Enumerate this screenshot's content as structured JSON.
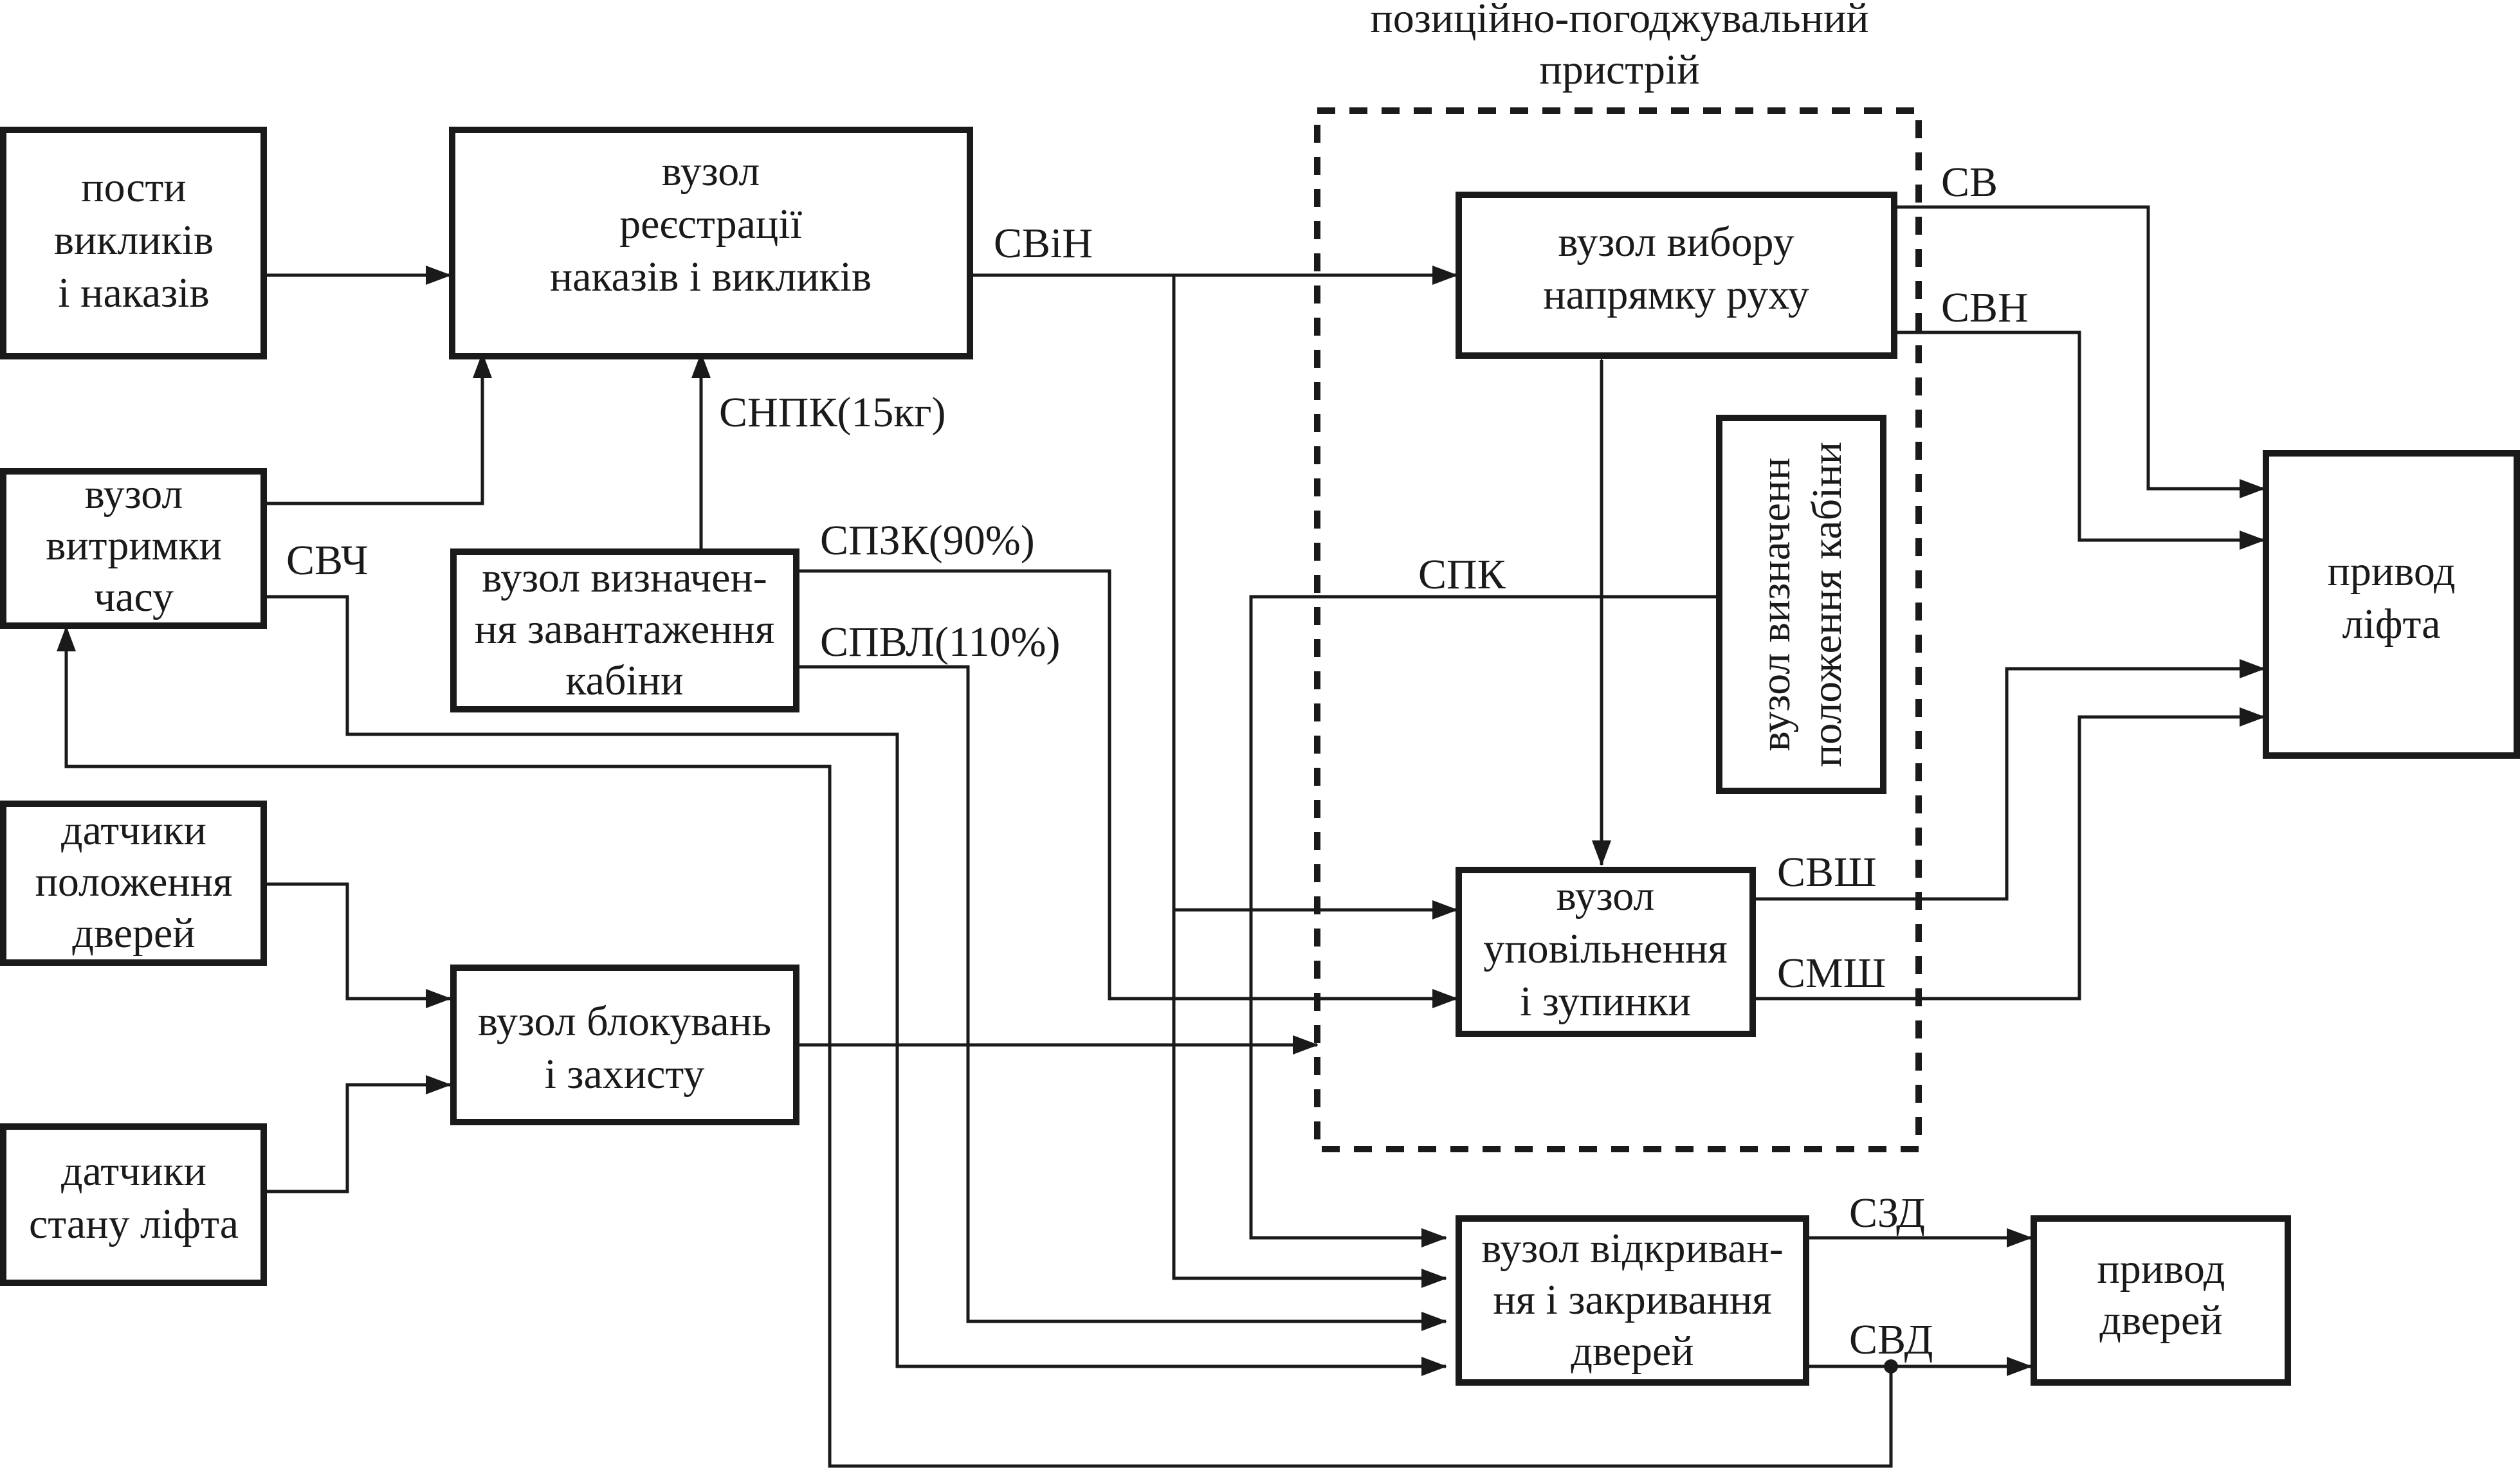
{
  "title": "позиційно-погоджувальний пристрій",
  "blocks": {
    "calls": [
      "пости",
      "викликів",
      "і наказів"
    ],
    "registration": [
      "вузол",
      "реєстрації",
      "наказів і викликів"
    ],
    "timer": [
      "вузол",
      "витримки",
      "часу"
    ],
    "load": [
      "вузол визначен-",
      "ня завантаження",
      "кабіни"
    ],
    "door_sensors": [
      "датчики",
      "положення",
      "дверей"
    ],
    "blocking": [
      "вузол блокувань",
      "і захисту"
    ],
    "state_sensors": [
      "датчики",
      "стану ліфта"
    ],
    "direction": [
      "вузол вибору",
      "напрямку руху"
    ],
    "position": [
      "вузол визначенн",
      "положення кабіни"
    ],
    "slowdown": [
      "вузол",
      "уповільнення",
      "і зупинки"
    ],
    "doors_ctrl": [
      "вузол відкриван-",
      "ня і закривання",
      "дверей"
    ],
    "lift_drive": [
      "привод",
      "ліфта"
    ],
    "door_drive": [
      "привод",
      "дверей"
    ]
  },
  "signals": {
    "svin": "СВіН",
    "snpk": "СНПК(15кг)",
    "spzk": "СПЗК(90%)",
    "spvl": "СПВЛ(110%)",
    "svch": "СВЧ",
    "spk": "СПК",
    "sv": "СВ",
    "svn": "СВН",
    "svsh": "СВШ",
    "smsh": "СМШ",
    "szd": "СЗД",
    "svd": "СВД"
  },
  "colors": {
    "ink": "#1a1a1a",
    "background": "#ffffff"
  }
}
